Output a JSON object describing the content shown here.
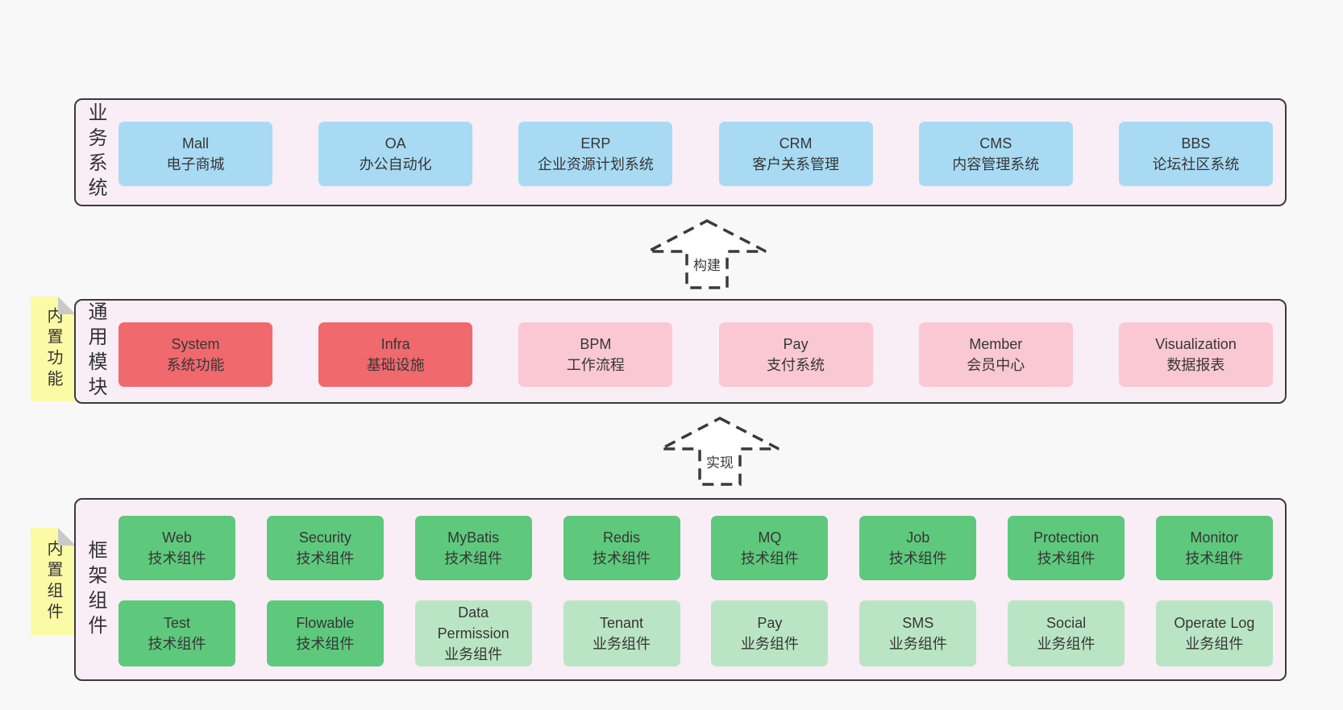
{
  "colors": {
    "page_bg": "#f8f8f8",
    "band_bg": "#f9edf6",
    "band_border": "#3b3b3b",
    "blue": "#a8dbf3",
    "red": "#f0696d",
    "pink": "#f9c8d3",
    "green": "#5ec97c",
    "green_light": "#bae5c4",
    "tag_yellow": "#fbfba5",
    "fold_gray": "#c9c9c9",
    "text": "#363636",
    "arrow_fill": "#ffffff"
  },
  "arrows": [
    {
      "label": "构建"
    },
    {
      "label": "实现"
    }
  ],
  "layers": {
    "business": {
      "label": "业务系统",
      "items": [
        {
          "name": "Mall",
          "desc": "电子商城",
          "variant": "blue"
        },
        {
          "name": "OA",
          "desc": "办公自动化",
          "variant": "blue"
        },
        {
          "name": "ERP",
          "desc": "企业资源计划系统",
          "variant": "blue"
        },
        {
          "name": "CRM",
          "desc": "客户关系管理",
          "variant": "blue"
        },
        {
          "name": "CMS",
          "desc": "内容管理系统",
          "variant": "blue"
        },
        {
          "name": "BBS",
          "desc": "论坛社区系统",
          "variant": "blue"
        }
      ]
    },
    "modules": {
      "label": "通用模块",
      "tag": "内置功能",
      "items": [
        {
          "name": "System",
          "desc": "系统功能",
          "variant": "red"
        },
        {
          "name": "Infra",
          "desc": "基础设施",
          "variant": "red"
        },
        {
          "name": "BPM",
          "desc": "工作流程",
          "variant": "pink"
        },
        {
          "name": "Pay",
          "desc": "支付系统",
          "variant": "pink"
        },
        {
          "name": "Member",
          "desc": "会员中心",
          "variant": "pink"
        },
        {
          "name": "Visualization",
          "desc": "数据报表",
          "variant": "pink"
        }
      ]
    },
    "framework": {
      "label": "框架组件",
      "tag": "内置组件",
      "rows": [
        [
          {
            "name": "Web",
            "desc": "技术组件",
            "variant": "green"
          },
          {
            "name": "Security",
            "desc": "技术组件",
            "variant": "green"
          },
          {
            "name": "MyBatis",
            "desc": "技术组件",
            "variant": "green"
          },
          {
            "name": "Redis",
            "desc": "技术组件",
            "variant": "green"
          },
          {
            "name": "MQ",
            "desc": "技术组件",
            "variant": "green"
          },
          {
            "name": "Job",
            "desc": "技术组件",
            "variant": "green"
          },
          {
            "name": "Protection",
            "desc": "技术组件",
            "variant": "green"
          },
          {
            "name": "Monitor",
            "desc": "技术组件",
            "variant": "green"
          }
        ],
        [
          {
            "name": "Test",
            "desc": "技术组件",
            "variant": "green"
          },
          {
            "name": "Flowable",
            "desc": "技术组件",
            "variant": "green"
          },
          {
            "name": "Data Permission",
            "desc": "业务组件",
            "variant": "green-light"
          },
          {
            "name": "Tenant",
            "desc": "业务组件",
            "variant": "green-light"
          },
          {
            "name": "Pay",
            "desc": "业务组件",
            "variant": "green-light"
          },
          {
            "name": "SMS",
            "desc": "业务组件",
            "variant": "green-light"
          },
          {
            "name": "Social",
            "desc": "业务组件",
            "variant": "green-light"
          },
          {
            "name": "Operate Log",
            "desc": "业务组件",
            "variant": "green-light"
          }
        ]
      ]
    }
  }
}
